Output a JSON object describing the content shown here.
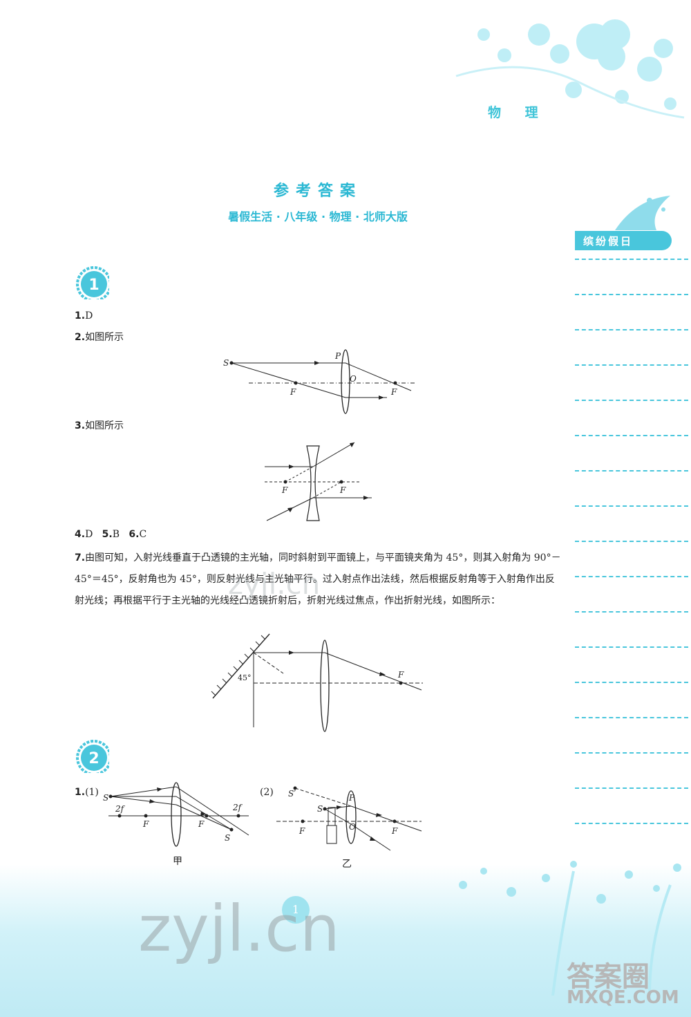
{
  "header": {
    "subject": "物 理"
  },
  "title": "参考答案",
  "subtitle": "暑假生活 · 八年级 · 物理 · 北师大版",
  "side_tag": "缤纷假日",
  "section1": {
    "badge": "1",
    "q1": {
      "num": "1.",
      "text": "D"
    },
    "q2": {
      "num": "2.",
      "text": "如图所示"
    },
    "q3": {
      "num": "3.",
      "text": "如图所示"
    },
    "q456": {
      "n4": "4.",
      "a4": "D",
      "n5": "5.",
      "a5": "B",
      "n6": "6.",
      "a6": "C"
    },
    "q7": {
      "num": "7.",
      "text": "由图可知，入射光线垂直于凸透镜的主光轴，同时斜射到平面镜上，与平面镜夹角为 45°，则其入射角为 90°－45°＝45°，反射角也为 45°，则反射光线与主光轴平行。过入射点作出法线，然后根据反射角等于入射角作出反射光线；再根据平行于主光轴的光线经凸透镜折射后，折射光线过焦点，作出折射光线，如图所示："
    }
  },
  "section2": {
    "badge": "2",
    "q1": {
      "num": "1.",
      "part1": "(1)",
      "part2": "(2)",
      "cap1": "甲",
      "cap2": "乙"
    }
  },
  "diagram_labels": {
    "S": "S",
    "P": "P",
    "O": "O",
    "F": "F",
    "f2": "2f",
    "angle": "45°",
    "S_prime": "S′"
  },
  "footer": {
    "page": "1",
    "watermark": "zyjl.cn",
    "logo": "答案圈",
    "logo_url": "MXQE.COM"
  },
  "colors": {
    "accent": "#2bb8d3",
    "light": "#bfeaf4"
  }
}
